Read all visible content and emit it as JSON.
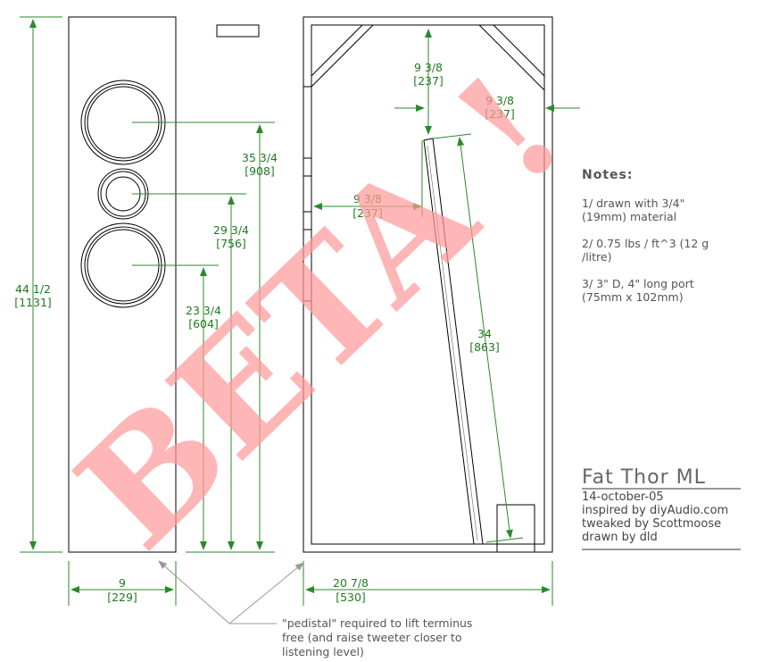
{
  "front_view": {
    "height_label": "44 1/2",
    "height_metric": "[1131]",
    "width_label": "9",
    "width_metric": "[229]",
    "woofer_top_label": "35 3/4",
    "woofer_top_metric": "[908]",
    "tweeter_label": "29 3/4",
    "tweeter_metric": "[756]",
    "woofer_bottom_label": "23 3/4",
    "woofer_bottom_metric": "[604]"
  },
  "side_view": {
    "top_gap_label": "9 3/8",
    "top_gap_metric": "[237]",
    "right_gap_label": "9 3/8",
    "right_gap_metric": "[237]",
    "left_gap_label": "9 3/8",
    "left_gap_metric": "[237]",
    "baffle_label": "34",
    "baffle_metric": "[863]",
    "depth_label": "20 7/8",
    "depth_metric": "[530]"
  },
  "notes": {
    "heading": "Notes:",
    "note1_line1": "1/ drawn with 3/4\"",
    "note1_line2": "(19mm) material",
    "note2_line1": "2/ 0.75 lbs / ft^3 (12 g",
    "note2_line2": "/litre)",
    "note3_line1": "3/ 3\" D, 4\" long port",
    "note3_line2": "(75mm x 102mm)"
  },
  "title_block": {
    "title": "Fat Thor ML",
    "date": "14-october-05",
    "inspired": "inspired by diyAudio.com",
    "tweaked": "tweaked by Scottmoose",
    "drawn": "drawn by dld"
  },
  "pedestal_note": {
    "line1": "\"pedistal\" required to lift terminus",
    "line2": "free (and raise tweeter closer to",
    "line3": "listening level)"
  },
  "watermark": "BETA !",
  "colors": {
    "dimension": "#1f7a1f",
    "watermark": "#ff9a9a",
    "outline": "#000000"
  }
}
